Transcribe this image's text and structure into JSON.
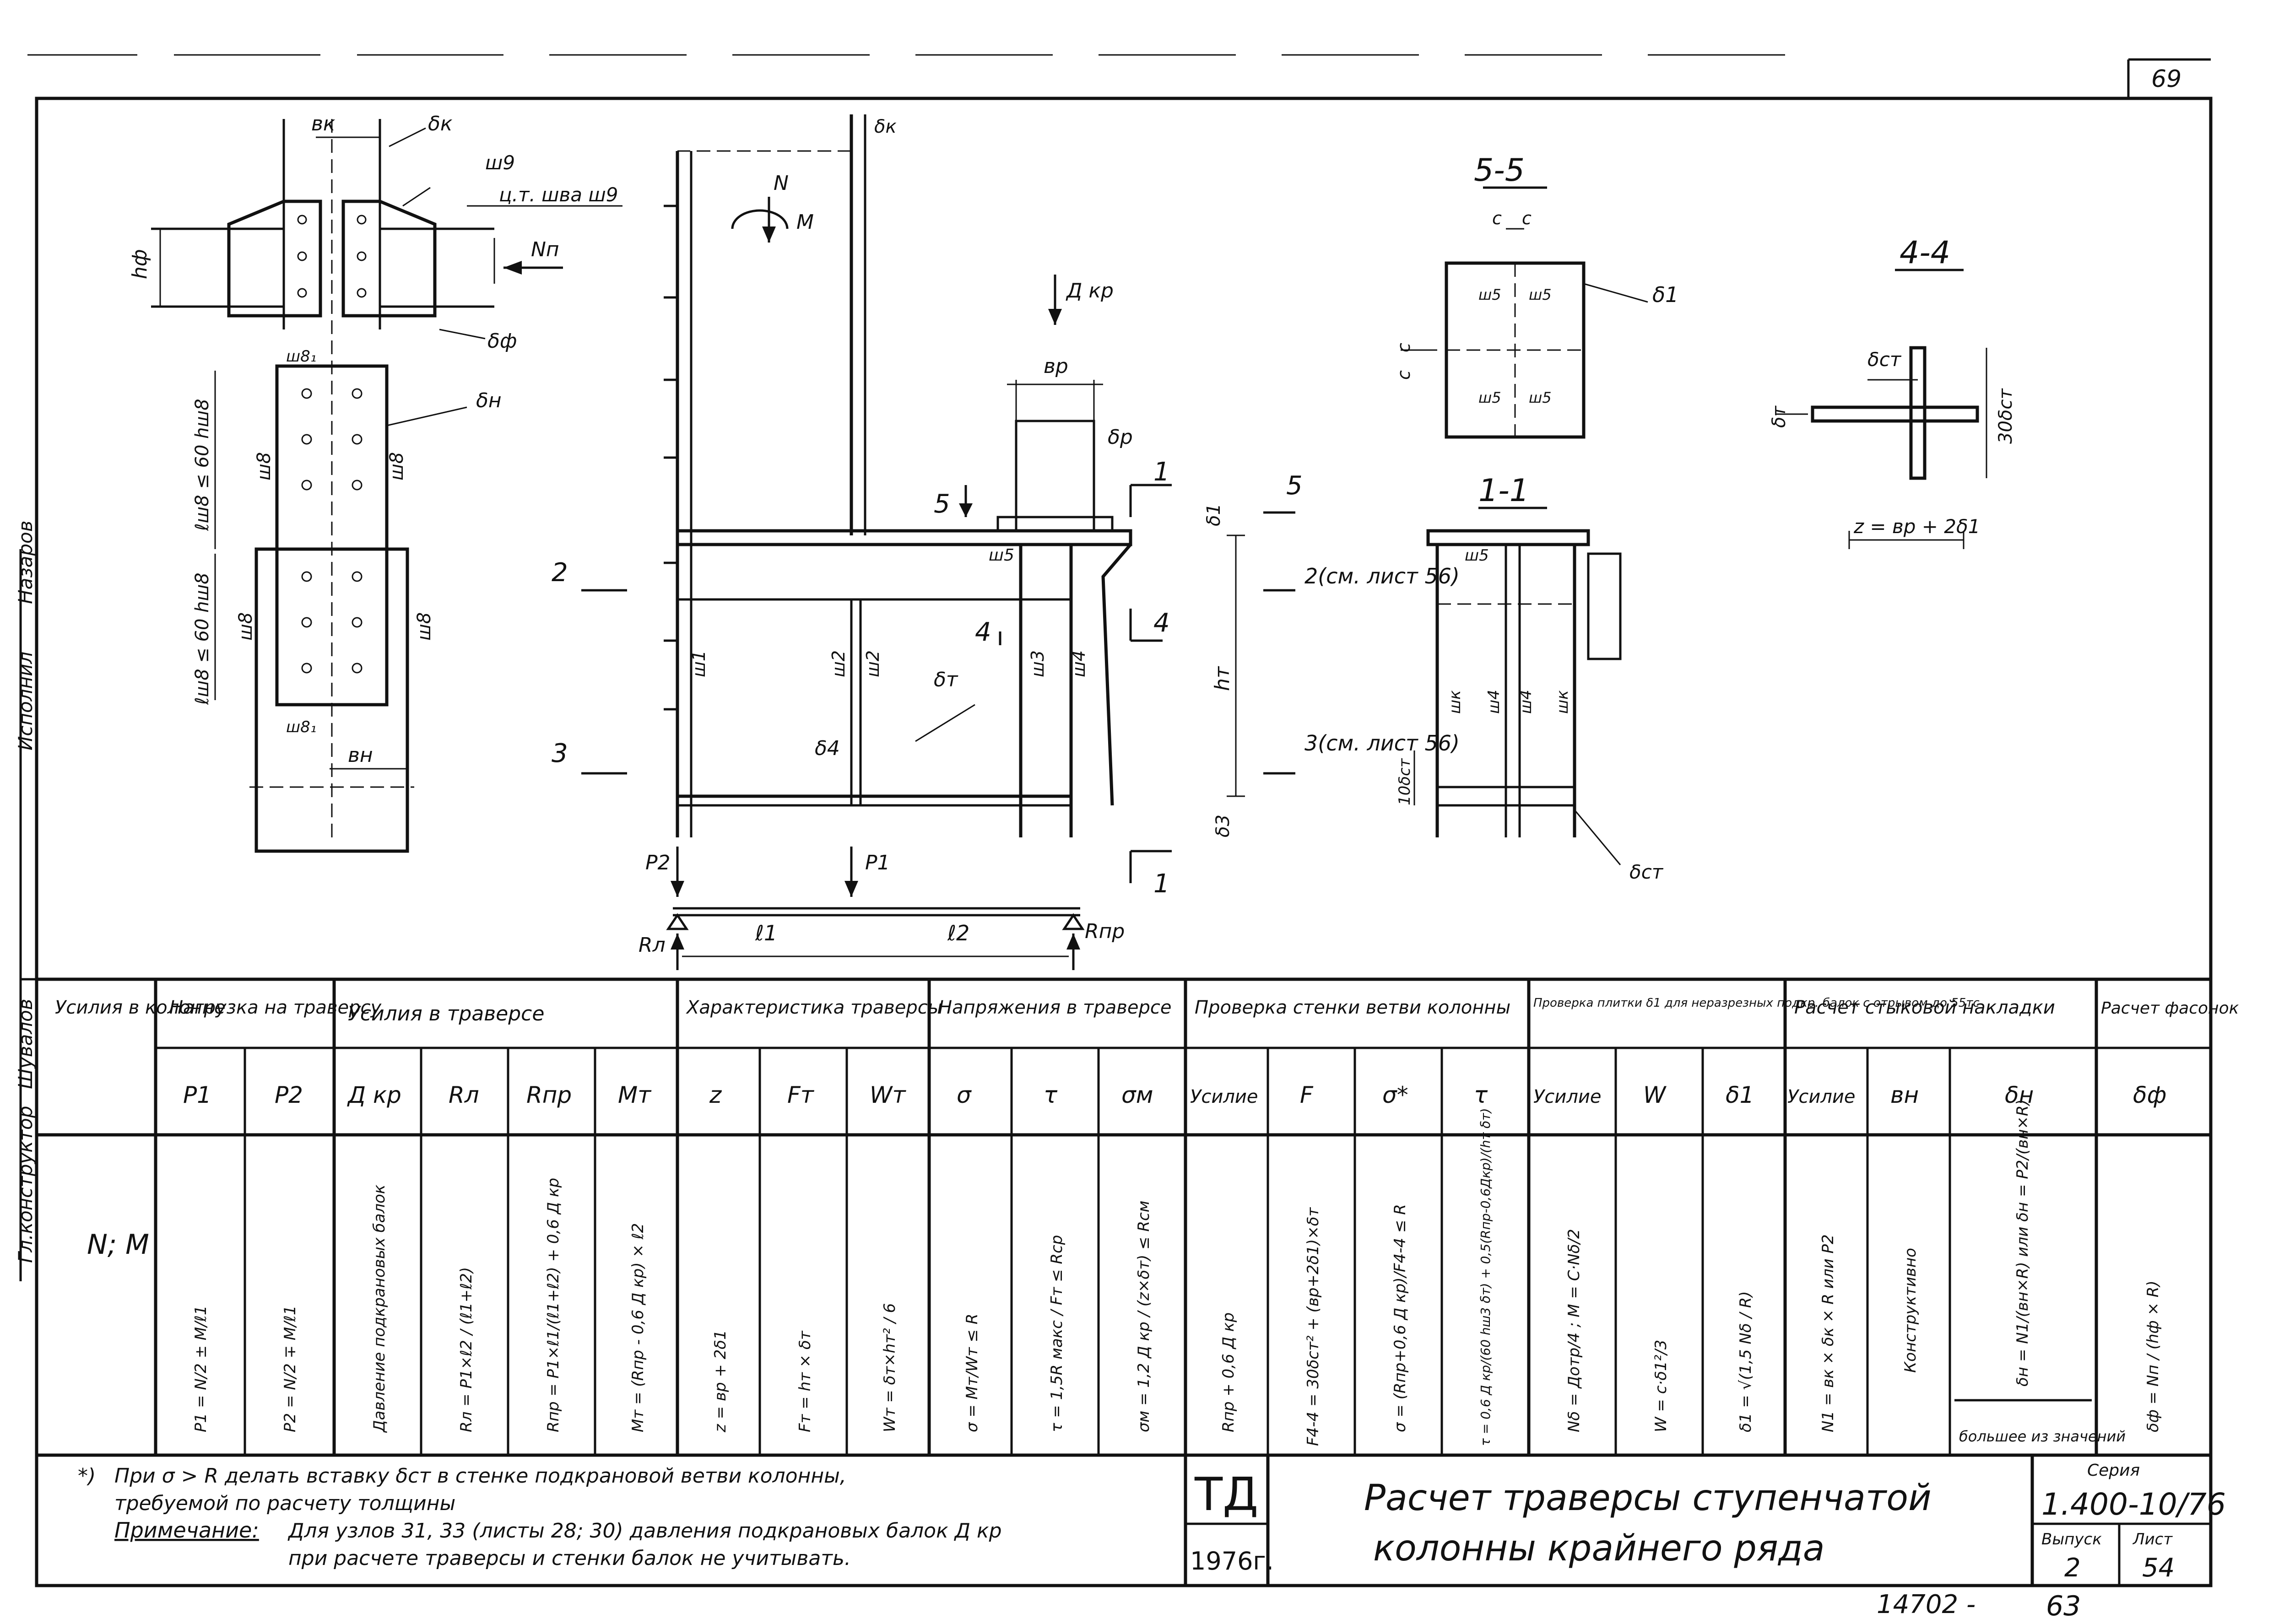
{
  "sheet_corner": "69",
  "side_labels": [
    "Гл.конструктор",
    "Шувалов",
    "Исполнил",
    "Назаров"
  ],
  "view_labels": {
    "section_5_5": "5-5",
    "section_4_4": "4-4",
    "section_1_1": "1-1",
    "cut_5": "5",
    "cut_1": "1",
    "cut_2": "2",
    "cut_3": "3",
    "cut_4": "4",
    "cut_2_ref": "2(см. лист 56)",
    "cut_3_ref": "3(см. лист 56)"
  },
  "annotations": {
    "bk": "вк",
    "dk": "δк",
    "sh9": "ш9",
    "ct_shva": "ц.т. шва ш9",
    "Np": "Nп",
    "hf": "hф",
    "df": "δф",
    "sh8_1": "ш8₁",
    "dn": "δн",
    "sh8": "ш8",
    "l_sh8_top": "ℓш8 ≤ 60 hш8",
    "l_sh8_bot": "ℓш8 ≤ 60 hш8",
    "bn": "вн",
    "dk_mid": "δк",
    "N": "N",
    "M": "M",
    "D_kr": "Д кр",
    "bp": "вр",
    "dp": "δр",
    "d1_mid": "δ1",
    "sh5": "ш5",
    "ht": "hт",
    "dt": "δт",
    "d4": "δ4",
    "d3": "δ3",
    "sh1": "ш1",
    "sh2": "ш2",
    "sh3": "ш3",
    "sh4": "ш4",
    "P2": "P2",
    "P1": "P1",
    "Rl": "Rл",
    "Rpr": "Rпр",
    "l1": "ℓ1",
    "l2": "ℓ2",
    "c": "c",
    "d1": "δ1",
    "dst": "δст",
    "dt_44": "δт",
    "st30": "30δст",
    "z_formula": "z = вр + 2δ1",
    "shk": "шк",
    "st10": "10δст",
    "dst_11": "δст"
  },
  "table": {
    "groups": [
      "Усилия в колонне",
      "Нагрузка на траверсу",
      "Усилия в траверсе",
      "Характеристика траверсы",
      "Напряжения в траверсе",
      "Проверка стенки ветви колонны",
      "Проверка плитки δ1 для неразрезных подкр. балок с отрывом до 55тс",
      "Расчет стыковой накладки",
      "Расчет фасонок"
    ],
    "headers": [
      "P1",
      "P2",
      "Д кр",
      "Rл",
      "Rпр",
      "Mт",
      "z",
      "Fт",
      "Wт",
      "σ",
      "τ",
      "σм",
      "Усилие",
      "F",
      "σ*",
      "τ",
      "Усилие",
      "W",
      "δ1",
      "Усилие",
      "вн",
      "δн",
      "δф"
    ],
    "first_col_value": "N; M",
    "formulas": [
      "P1 = N/2 ± M/ℓ1",
      "P2 = N/2 ∓ M/ℓ1",
      "Давление подкрановых балок",
      "Rл = P1×ℓ2 / (ℓ1+ℓ2)",
      "Rпр = P1×ℓ1/(ℓ1+ℓ2) + 0,6 Д кр",
      "Mт = (Rпр - 0,6 Д кр) × ℓ2",
      "z = вр + 2δ1",
      "Fт = hт × δт",
      "Wт = δт×hт² / 6",
      "σ = Mт/Wт ≤ R",
      "τ = 1,5R макс / Fт ≤ Rср",
      "σм = 1,2 Д кр / (z×δт) ≤ Rсм",
      "Rпр + 0,6 Д кр",
      "F4-4 = 30δст² + (вр+2δ1)×δт",
      "σ = (Rпр+0,6 Д кр)/F4-4 ≤ R",
      "τ = 0,6 Д кр/(60 hш3 δт) + 0,5(Rпр-0,6Дкр)/(hт δт)",
      "Nδ = Дотр/4 ; M = C·Nδ/2",
      "W = c·δ1²/3",
      "δ1 = √(1,5 Nδ / R)",
      "N1 = вк × δк × R или P2",
      "Конструктивно",
      "δн = N1/(вн×R) или δн = P2/(вн×R)",
      "δф = Nп / (hф × R)"
    ],
    "note_bigger": "большее из значений"
  },
  "notes": {
    "star": "*)",
    "line1": "При σ > R делать вставку δст в стенке подкрановой ветви колонны,",
    "line2": "требуемой по расчету толщины",
    "note_label": "Примечание:",
    "line3": "Для узлов 31, 33 (листы 28; 30) давления подкрановых балок Д кр",
    "line4": "при расчете траверсы и стенки балок не учитывать."
  },
  "title_block": {
    "org": "ТД",
    "year": "1976г.",
    "title_line1": "Расчет траверсы ступенчатой",
    "title_line2": "колонны крайнего ряда",
    "series_label": "Серия",
    "series": "1.400-10/76",
    "issue_label": "Выпуск",
    "issue": "2",
    "sheet_label": "Лист",
    "sheet": "54"
  },
  "footer_stamp": "14702 -",
  "footer_page": "63"
}
